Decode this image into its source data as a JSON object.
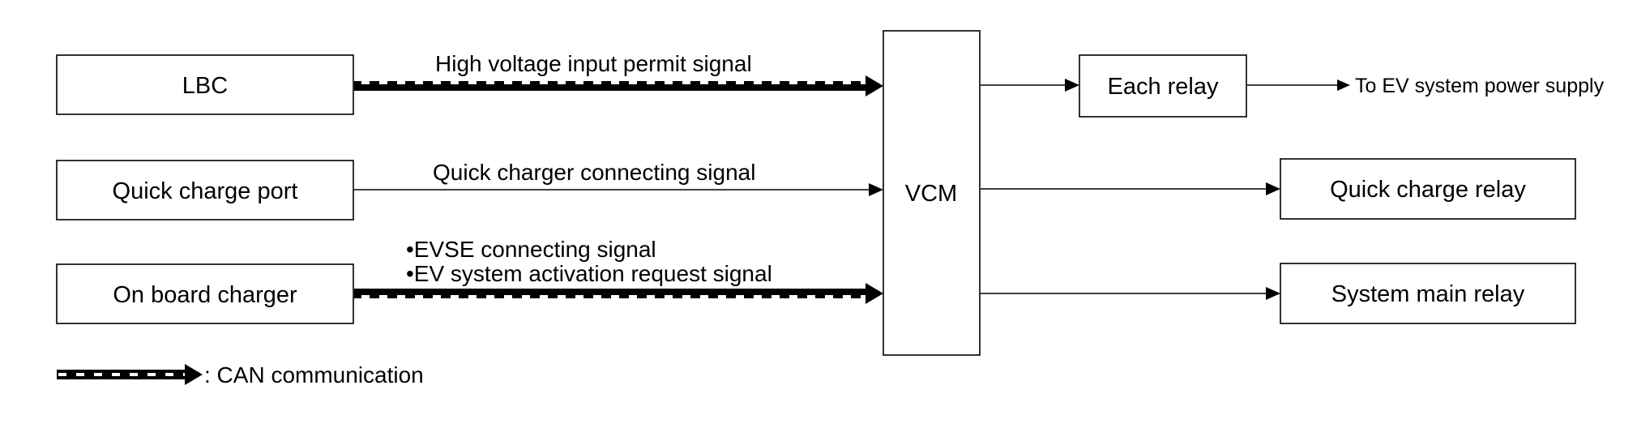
{
  "blocks": {
    "lbc": "LBC",
    "quick_charge_port": "Quick charge port",
    "on_board_charger": "On board charger",
    "vcm": "VCM",
    "each_relay": "Each relay",
    "quick_charge_relay": "Quick charge relay",
    "system_main_relay": "System main relay"
  },
  "signals": {
    "high_voltage": "High voltage input permit signal",
    "quick_charger": "Quick charger connecting signal",
    "evse": "•EVSE connecting signal",
    "ev_activation": "•EV system activation request signal",
    "ev_power": "To EV system power supply"
  },
  "legend": {
    "can": ": CAN communication"
  }
}
